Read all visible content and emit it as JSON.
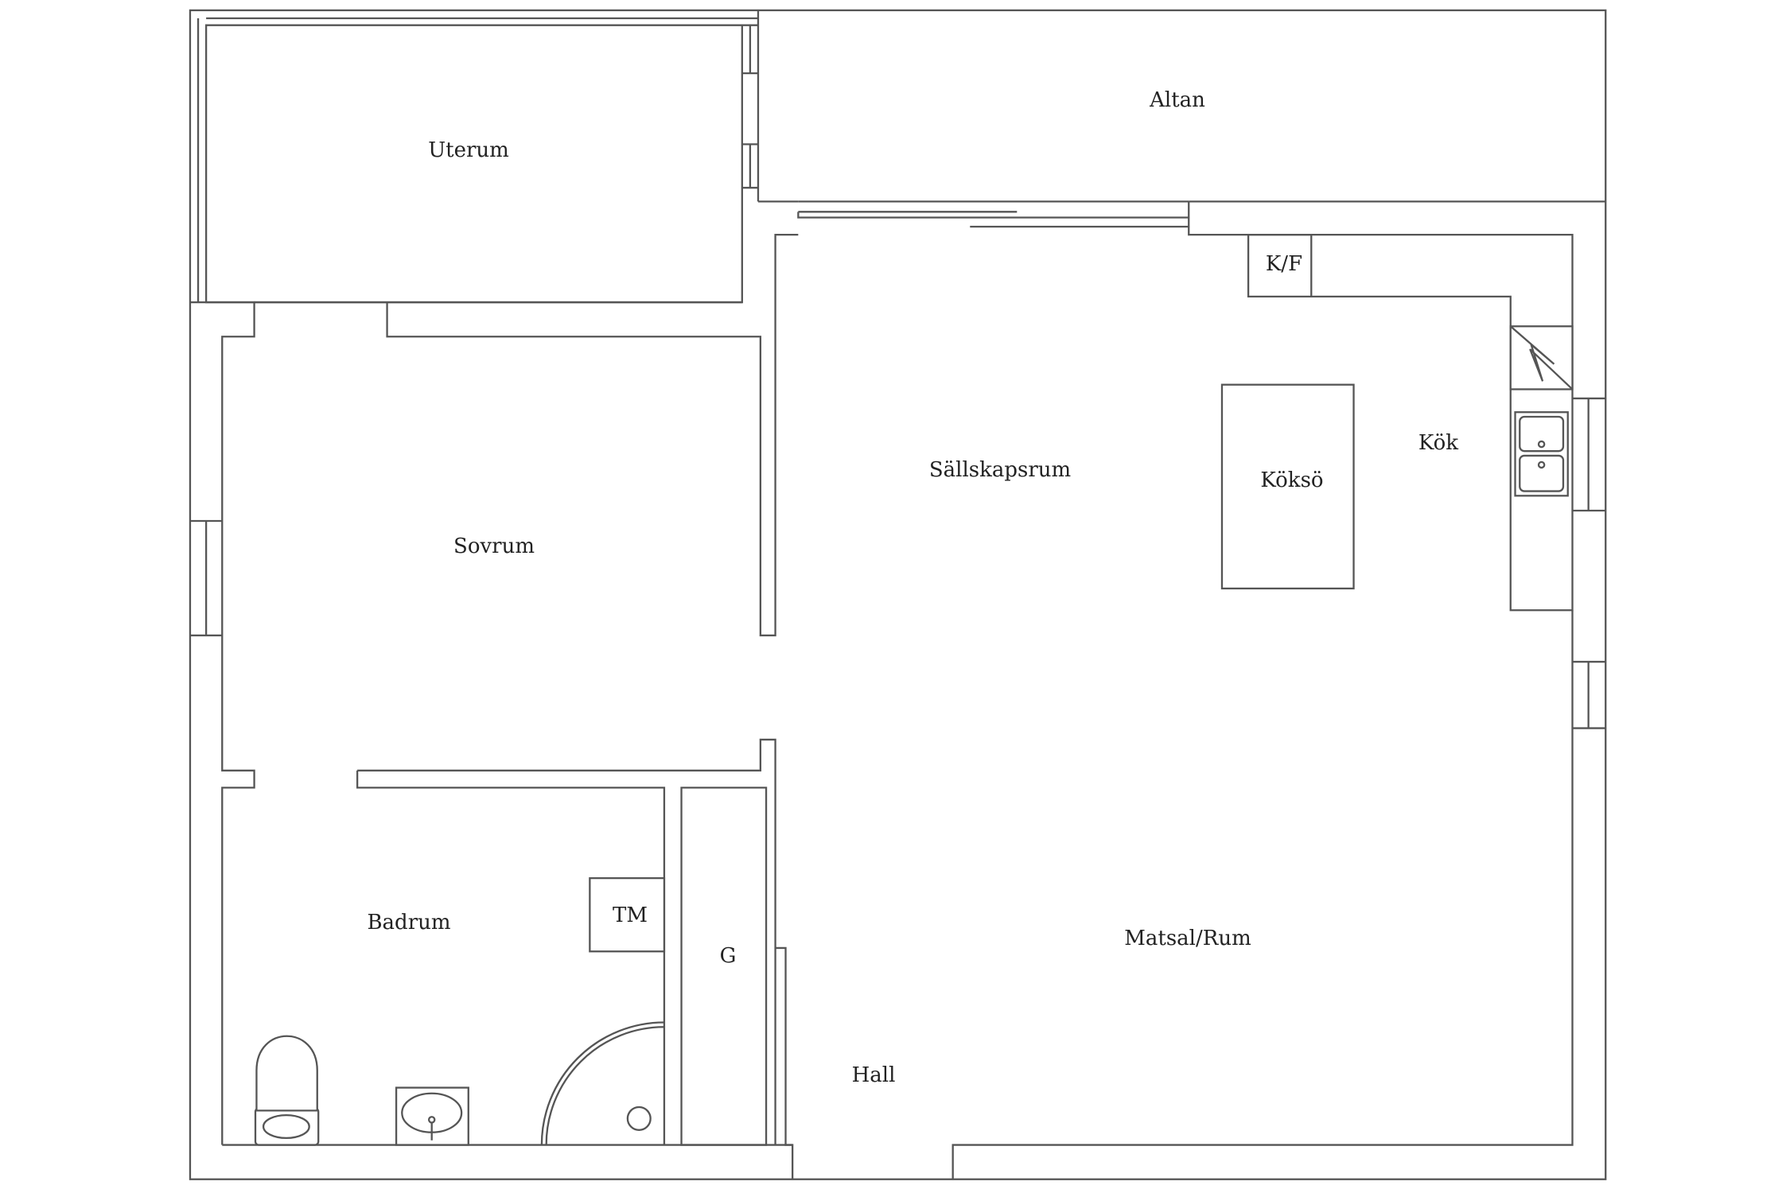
{
  "rooms": {
    "altan": "Altan",
    "uterum": "Uterum",
    "sovrum": "Sovrum",
    "sallskapsrum": "Sällskapsrum",
    "kf": "K/F",
    "koks": "Köksö",
    "kok": "Kök",
    "badrum": "Badrum",
    "tm": "TM",
    "g": "G",
    "matsal": "Matsal/Rum",
    "hall": "Hall"
  }
}
